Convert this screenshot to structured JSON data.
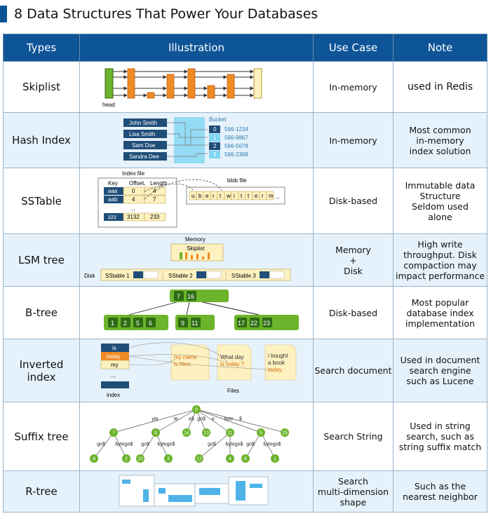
{
  "title": "8 Data Structures That Power Your Databases",
  "headers": [
    "Types",
    "Illustration",
    "Use Case",
    "Note"
  ],
  "rows": [
    {
      "type": "Skiplist",
      "use_case": "In-memory",
      "note": "used in Redis"
    },
    {
      "type": "Hash Index",
      "use_case": "In-memory",
      "note": "Most common\nin-memory\nindex solution"
    },
    {
      "type": "SSTable",
      "use_case": "Disk-based",
      "note": "Immutable data\nStructure\nSeldom used\nalone"
    },
    {
      "type": "LSM tree",
      "use_case": "Memory\n+\nDisk",
      "note": "High write\nthroughput. Disk\ncompaction may\nimpact performance"
    },
    {
      "type": "B-tree",
      "use_case": "Disk-based",
      "note": "Most popular\ndatabase index\nimplementation"
    },
    {
      "type": "Inverted index",
      "use_case": "Search document",
      "note": "Used in document\nsearch engine\nsuch as Lucene"
    },
    {
      "type": "Suffix tree",
      "use_case": "Search String",
      "note": "Used in string\nsearch, such as\nstring suffix match"
    },
    {
      "type": "R-tree",
      "use_case": "Search\nmulti-dimension\nshape",
      "note": "Such as the\nnearest neighbor"
    }
  ],
  "skiplist": {
    "head_label": "head"
  },
  "hash": {
    "keys": [
      "John Smith",
      "Lisa Smith",
      "Sam Doe",
      "Sandra Dee"
    ],
    "bucket_label": "Bucket",
    "indices": [
      "0",
      "1",
      "2",
      "3"
    ],
    "values": [
      "566-1234",
      "566-9867",
      "566-5678",
      "566-2368"
    ]
  },
  "sstable": {
    "index_file_label": "Index file",
    "key_header": "Key",
    "offset_header": "Offset,",
    "length_header": "Length",
    "keys": [
      "aaa",
      "aab",
      "zzz"
    ],
    "offsets": [
      "0",
      "4",
      "3132"
    ],
    "lengths": [
      "4",
      "7",
      "233"
    ],
    "dots": "...",
    "blob_label": "blob file",
    "blob_chars": [
      "u",
      "b",
      "e",
      "r",
      "t",
      "w",
      "i",
      "t",
      "t",
      "e",
      "r",
      "m"
    ],
    "blob_dots": "..."
  },
  "lsm": {
    "memory_label": "Memory",
    "skiplist_label": "Skiplist",
    "disk_label": "Disk",
    "sstables": [
      "SStable 1",
      "SStable 2",
      "SStable 3"
    ]
  },
  "btree": {
    "root": [
      "7",
      "16"
    ],
    "leaves": [
      [
        "1",
        "2",
        "5",
        "6"
      ],
      [
        "9",
        "11"
      ],
      [
        "17",
        "22",
        "23"
      ]
    ]
  },
  "inverted": {
    "terms": [
      "is",
      "today",
      "my"
    ],
    "dots": "...",
    "index_label": "index",
    "files_label": "Files",
    "doc1": [
      "my name",
      "is Alex."
    ],
    "doc2": [
      "What day",
      "is today ?"
    ],
    "doc3": [
      "i bought",
      "a book",
      "today."
    ]
  },
  "suffix": {
    "root": "0",
    "level1": [
      "7",
      "9",
      "14",
      "13",
      "11",
      "5",
      "15"
    ],
    "edges": [
      "yte",
      "te",
      "e$",
      "go$",
      "e",
      "byte",
      "$"
    ],
    "level2": [
      "8",
      "2",
      "10",
      "3",
      "12",
      "4",
      "6",
      "1"
    ],
    "edges2": [
      "go$",
      "bytego$",
      "go$",
      "bytego$",
      "go$",
      "bytego$",
      "go$",
      "bytego$"
    ]
  },
  "colors": {
    "header_blue": "#0e5597",
    "alt_row": "#e6f2fb",
    "orange": "#f08a24",
    "green": "#6bb42b",
    "light_yellow": "#fdf1c0",
    "navy": "#1f4e79",
    "cyan": "#7fd4f2"
  }
}
